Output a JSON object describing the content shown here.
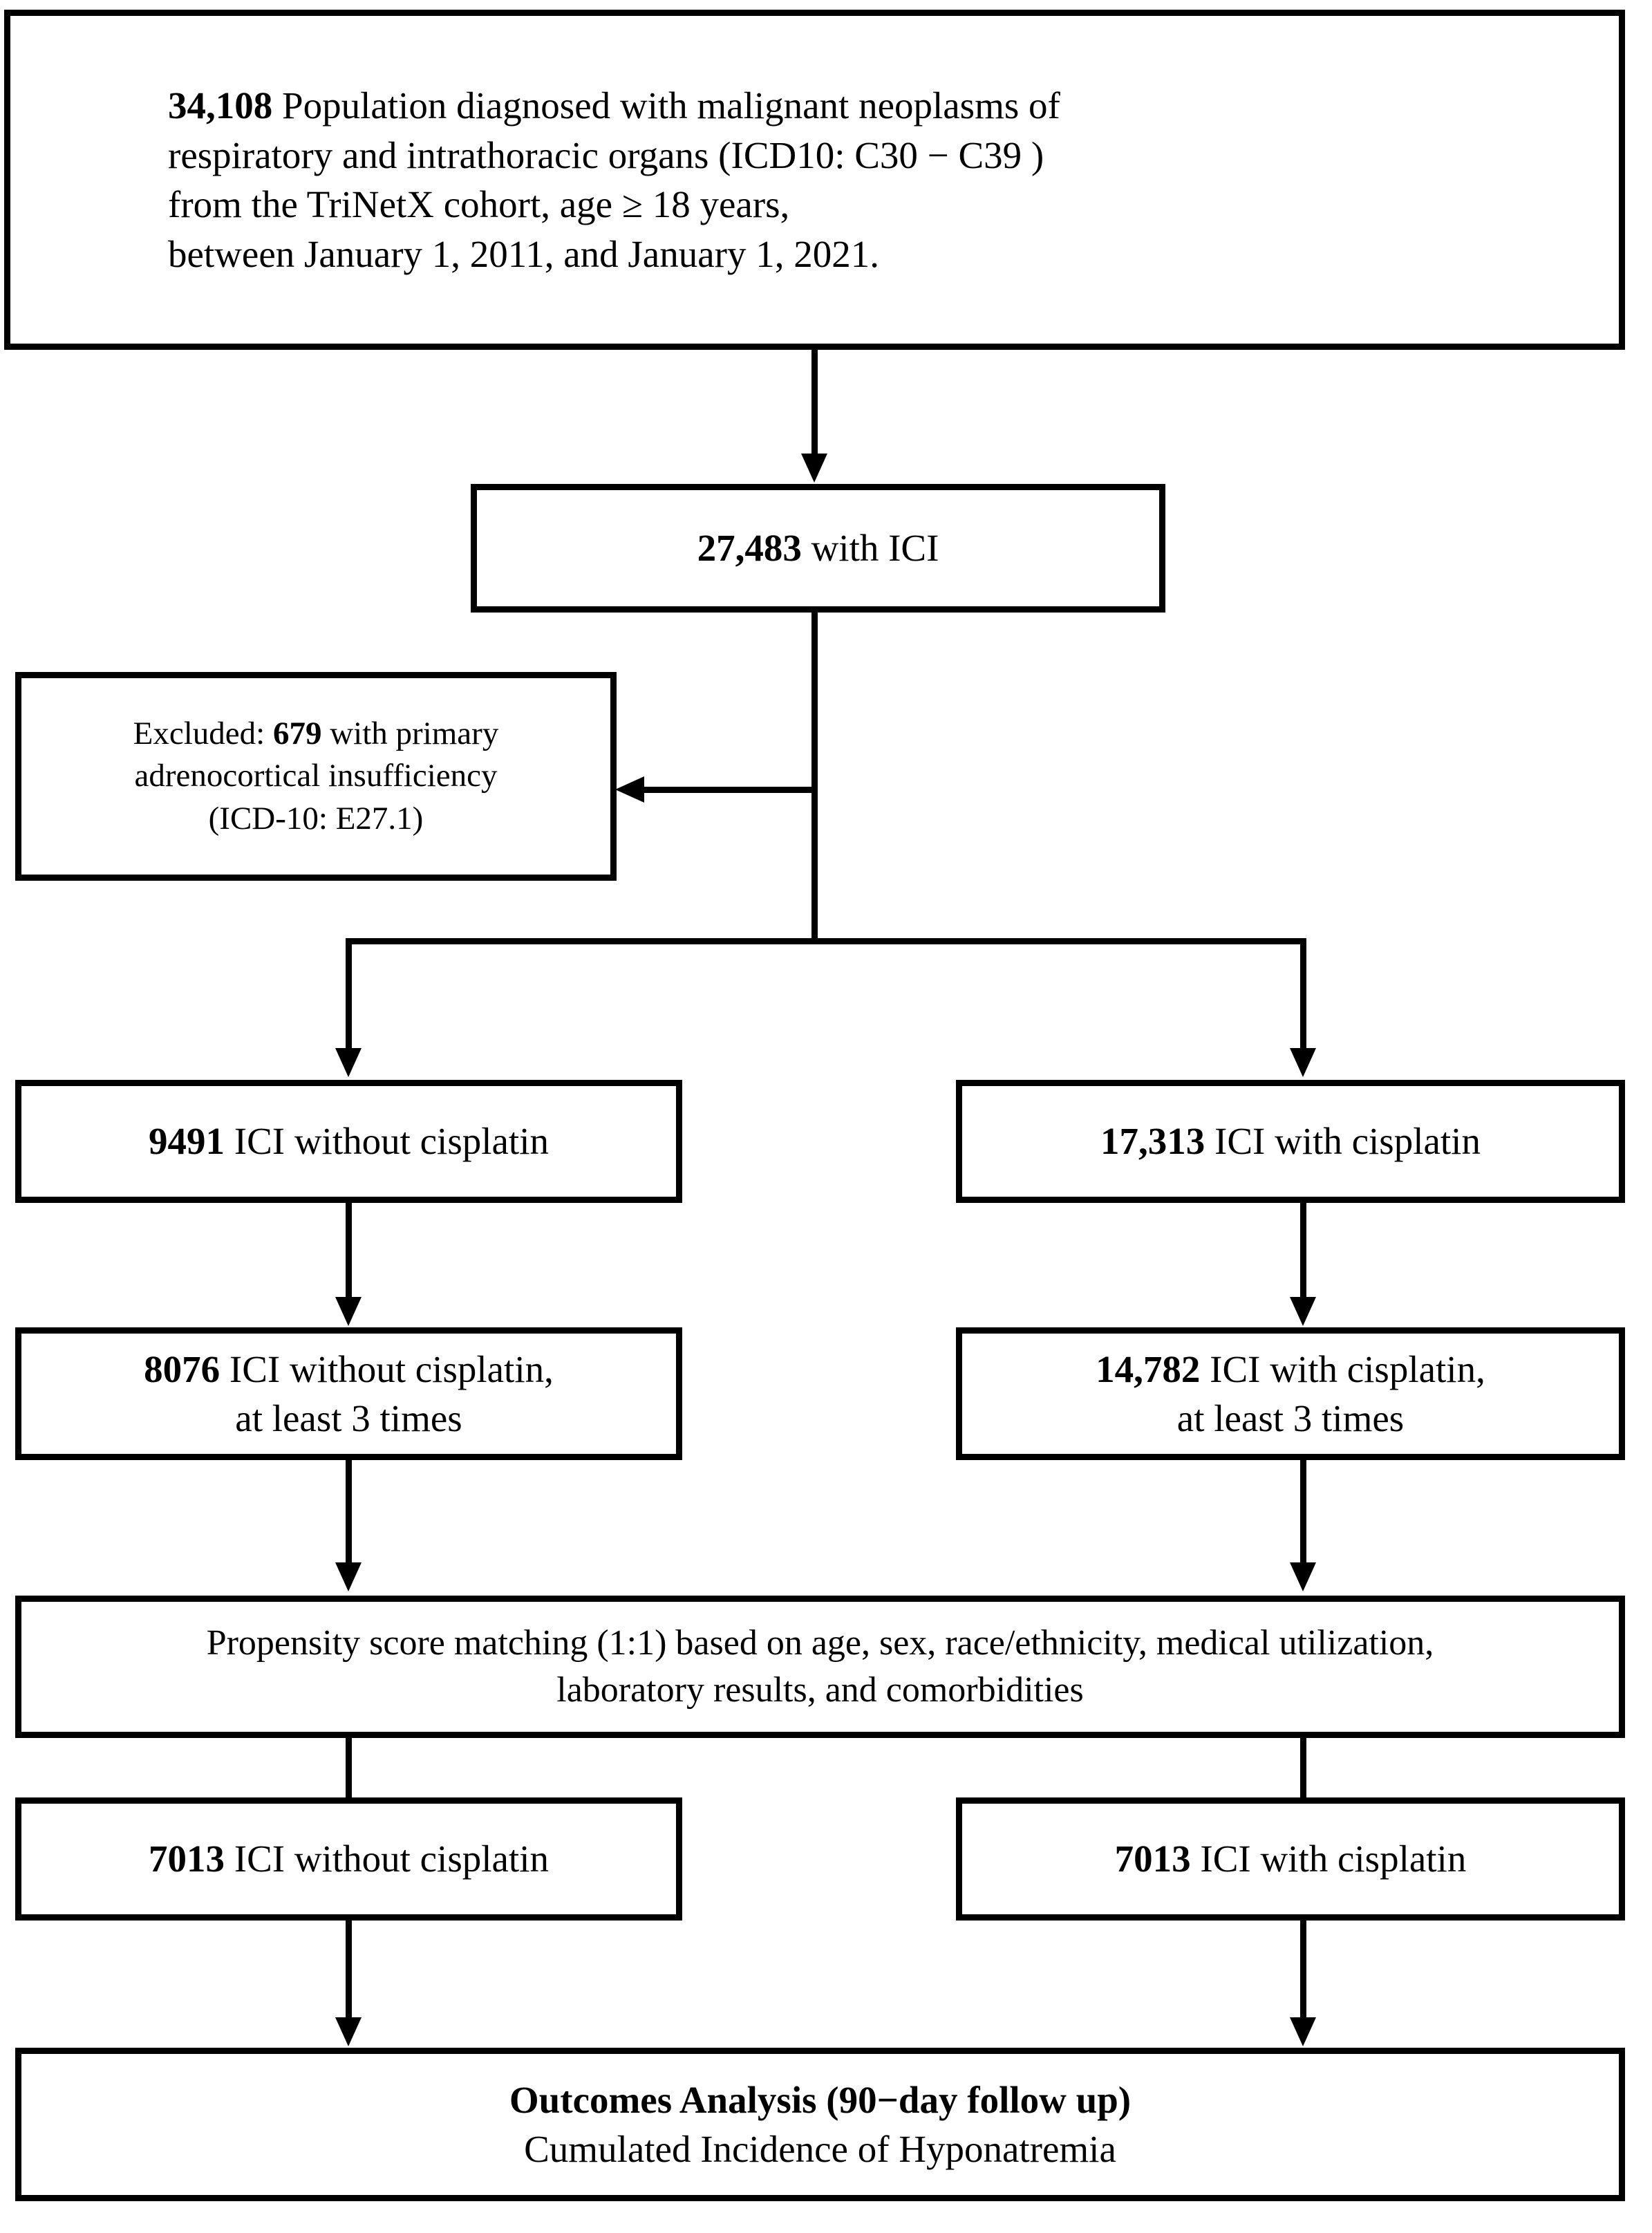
{
  "flowchart": {
    "title": "Study cohort selection flow diagram",
    "colors": {
      "border": "#000000",
      "background": "#ffffff",
      "text": "#000000"
    },
    "nodes": {
      "source": {
        "count": "34,108",
        "lines": [
          "Population diagnosed with malignant neoplasms of",
          "respiratory and intrathoracic organs (ICD10: C30 − C39 )",
          "from the TriNetX cohort, age ≥ 18 years,",
          "between January 1, 2011, and January 1, 2021."
        ]
      },
      "ici": {
        "count": "27,483",
        "label": "with ICI"
      },
      "excluded": {
        "prefix": "Excluded:",
        "count": "679",
        "label": "with primary",
        "line2": "adrenocortical insufficiency",
        "line3": "(ICD-10: E27.1)"
      },
      "ici_without_cisplatin": {
        "count": "9491",
        "label": "ICI without cisplatin"
      },
      "ici_with_cisplatin": {
        "count": "17,313",
        "label": "ICI with cisplatin"
      },
      "ici_without_cisplatin_3x": {
        "count": "8076",
        "label": "ICI without cisplatin,",
        "line2": "at least 3 times"
      },
      "ici_with_cisplatin_3x": {
        "count": "14,782",
        "label": "ICI with cisplatin,",
        "line2": "at least 3 times"
      },
      "propensity": {
        "line1": "Propensity score matching (1:1) based on age, sex, race/ethnicity, medical utilization,",
        "line2": "laboratory results, and comorbidities"
      },
      "matched_without": {
        "count": "7013",
        "label": "ICI without cisplatin"
      },
      "matched_with": {
        "count": "7013",
        "label": "ICI with cisplatin"
      },
      "outcomes": {
        "line1": "Outcomes Analysis (90−day follow up)",
        "line2": "Cumulated Incidence of Hyponatremia"
      }
    },
    "connectors": [
      {
        "name": "source-to-ici",
        "type": "arrow-down"
      },
      {
        "name": "ici-to-excluded",
        "type": "arrow-left"
      },
      {
        "name": "ici-split-left",
        "type": "arrow-down"
      },
      {
        "name": "ici-split-right",
        "type": "arrow-down"
      },
      {
        "name": "without-to-without3",
        "type": "arrow-down"
      },
      {
        "name": "with-to-with3",
        "type": "arrow-down"
      },
      {
        "name": "without3-to-psm",
        "type": "arrow-down"
      },
      {
        "name": "with3-to-psm",
        "type": "arrow-down"
      },
      {
        "name": "psm-to-matched-without",
        "type": "line"
      },
      {
        "name": "psm-to-matched-with",
        "type": "line"
      },
      {
        "name": "matched-without-to-outcomes",
        "type": "arrow-down"
      },
      {
        "name": "matched-with-to-outcomes",
        "type": "arrow-down"
      }
    ]
  }
}
